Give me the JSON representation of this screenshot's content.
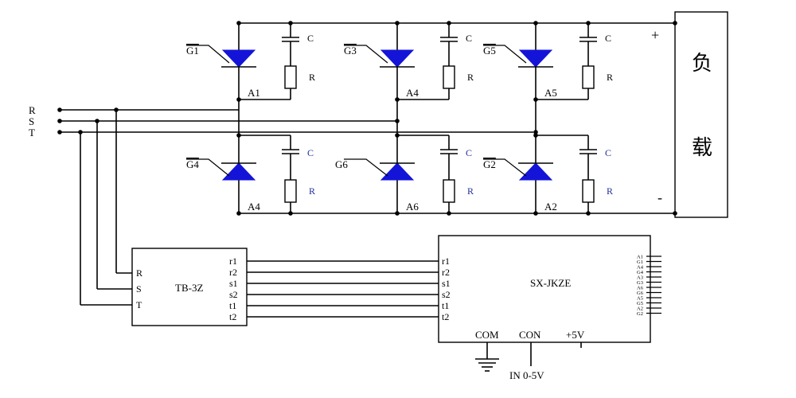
{
  "colors": {
    "scr_fill": "#1414d8",
    "blue_label": "#1f2f9a",
    "wire": "#000000",
    "background": "#ffffff"
  },
  "inputs": {
    "phases": [
      "R",
      "S",
      "T"
    ]
  },
  "bridge": {
    "gate_labels_top": [
      "G1",
      "G3",
      "G5"
    ],
    "gate_labels_bottom": [
      "G4",
      "G6",
      "G2"
    ],
    "anode_labels_top": [
      "A1",
      "A4",
      "A5"
    ],
    "anode_labels_bottom": [
      "A4",
      "A6",
      "A2"
    ],
    "capacitor_label": "C",
    "resistor_label": "R"
  },
  "load": {
    "label_line1": "负",
    "label_line2": "载",
    "plus": "+",
    "minus": "-"
  },
  "tb3z": {
    "title": "TB-3Z",
    "left_pins": [
      "R",
      "S",
      "T"
    ],
    "right_pins": [
      "r1",
      "r2",
      "s1",
      "s2",
      "t1",
      "t2"
    ]
  },
  "controller": {
    "title": "SX-JKZE",
    "left_pins": [
      "r1",
      "r2",
      "s1",
      "s2",
      "t1",
      "t2"
    ],
    "right_pins": [
      "A1",
      "G1",
      "A4",
      "G4",
      "A3",
      "G3",
      "A6",
      "G6",
      "A5",
      "G5",
      "A2",
      "G2"
    ],
    "bottom_labels": [
      "COM",
      "CON",
      "+5V"
    ],
    "input_note": "IN 0-5V"
  }
}
